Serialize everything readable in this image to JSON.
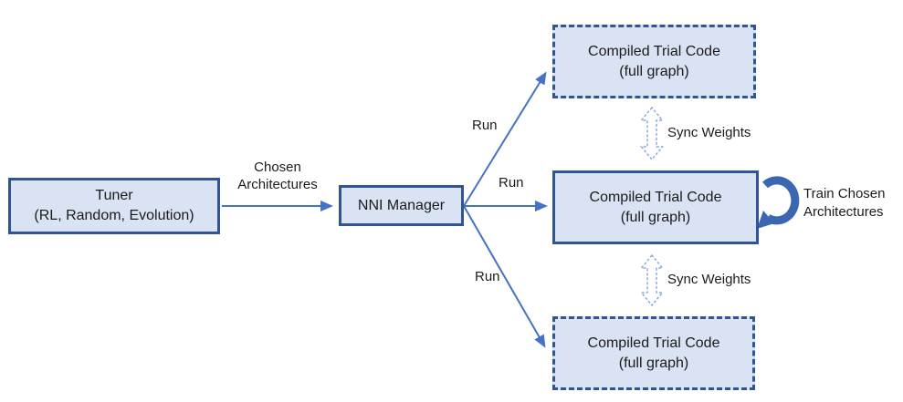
{
  "colors": {
    "background": "#ffffff",
    "box_fill": "#dae3f3",
    "box_border": "#2f5597",
    "arrow": "#4472c4",
    "sync_arrow": "#8faadc",
    "loop_arrow": "#3a68b0",
    "text": "#1b1b1b"
  },
  "nodes": {
    "tuner": {
      "title": "Tuner",
      "subtitle": "(RL, Random, Evolution)"
    },
    "nni_manager": {
      "title": "NNI Manager"
    },
    "trial_top": {
      "title": "Compiled Trial Code",
      "subtitle": "(full graph)"
    },
    "trial_middle": {
      "title": "Compiled Trial Code",
      "subtitle": "(full graph)"
    },
    "trial_bottom": {
      "title": "Compiled Trial Code",
      "subtitle": "(full graph)"
    }
  },
  "edge_labels": {
    "chosen_line1": "Chosen",
    "chosen_line2": "Architectures",
    "run_top": "Run",
    "run_middle": "Run",
    "run_bottom": "Run",
    "sync_top": "Sync Weights",
    "sync_bottom": "Sync Weights",
    "train_line1": "Train Chosen",
    "train_line2": "Architectures"
  }
}
